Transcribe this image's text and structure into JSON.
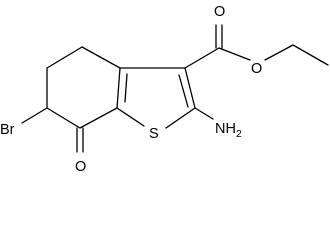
{
  "atoms": {
    "bromine": "Br",
    "ketone_oxygen": "O",
    "sulfur": "S",
    "amino_n": "NH",
    "amino_subscript": "2",
    "carbonyl_oxygen": "O",
    "ester_oxygen": "O"
  },
  "colors": {
    "bond": "#000000",
    "text": "#000000",
    "background": "#ffffff"
  }
}
